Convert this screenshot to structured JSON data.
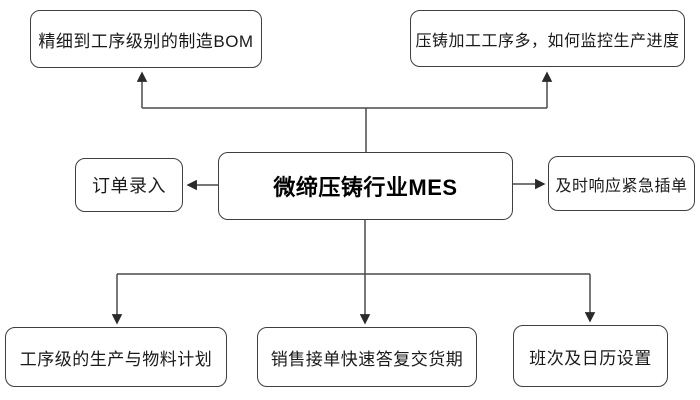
{
  "diagram": {
    "center_node": {
      "label": "微缔压铸行业MES"
    },
    "nodes": {
      "top_left": {
        "label": "精细到工序级别的制造BOM"
      },
      "top_right": {
        "label": "压铸加工工序多，如何监控生产进度"
      },
      "mid_left": {
        "label": "订单录入"
      },
      "mid_right": {
        "label": "及时响应紧急插单"
      },
      "bottom_left": {
        "label": "工序级的生产与物料计划"
      },
      "bottom_center": {
        "label": "销售接单快速答复交货期"
      },
      "bottom_right": {
        "label": "班次及日历设置"
      }
    },
    "colors": {
      "node_border": "#3f3f3f",
      "connector_line": "#4a4a4a",
      "background": "#ffffff",
      "text": "#1a1a1a"
    }
  }
}
